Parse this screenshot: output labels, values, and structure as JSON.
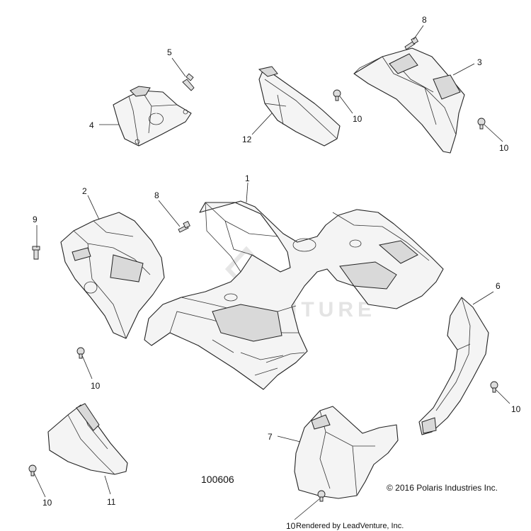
{
  "diagram": {
    "drawing_number": "100606",
    "copyright": "© 2016 Polaris Industries Inc.",
    "rendered_by": "Rendered by LeadVenture, Inc.",
    "watermark": "LEADVENTURE",
    "callouts": {
      "c1": "1",
      "c2": "2",
      "c3": "3",
      "c4": "4",
      "c5": "5",
      "c6": "6",
      "c7": "7",
      "c8a": "8",
      "c8b": "8",
      "c9": "9",
      "c10a": "10",
      "c10b": "10",
      "c10c": "10",
      "c10d": "10",
      "c10e": "10",
      "c10f": "10",
      "c11": "11",
      "c12": "12"
    }
  }
}
